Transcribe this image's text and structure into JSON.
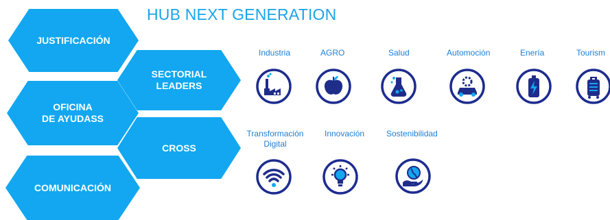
{
  "title": "HUB NEXT GENERATION",
  "hexagons": {
    "justificacion": "JUSTIFICACIÓN",
    "sectorial_leaders": "SECTORIAL\nLEADERS",
    "oficina": "OFICINA\nDE AYUDASS",
    "cross": "CROSS",
    "comunicacion": "COMUNICACIÓN"
  },
  "sectorial": [
    {
      "label": "Industria",
      "icon": "factory-icon"
    },
    {
      "label": "AGRO",
      "icon": "apple-icon"
    },
    {
      "label": "Salud",
      "icon": "flask-icon"
    },
    {
      "label": "Automoción",
      "icon": "car-icon"
    },
    {
      "label": "Enería",
      "icon": "battery-icon"
    },
    {
      "label": "Tourism",
      "icon": "luggage-icon"
    }
  ],
  "cross": [
    {
      "label": "Transformación\nDigital",
      "icon": "wifi-icon"
    },
    {
      "label": "Innovación",
      "icon": "lightbulb-icon"
    },
    {
      "label": "Sostenibilidad",
      "icon": "globe-hand-icon"
    }
  ],
  "colors": {
    "hex": "#12a7f0",
    "title": "#1aa3e8",
    "label": "#1a7fd8",
    "icon_ring": "#1d2c8f",
    "icon_fill": "#1f2d8a"
  }
}
